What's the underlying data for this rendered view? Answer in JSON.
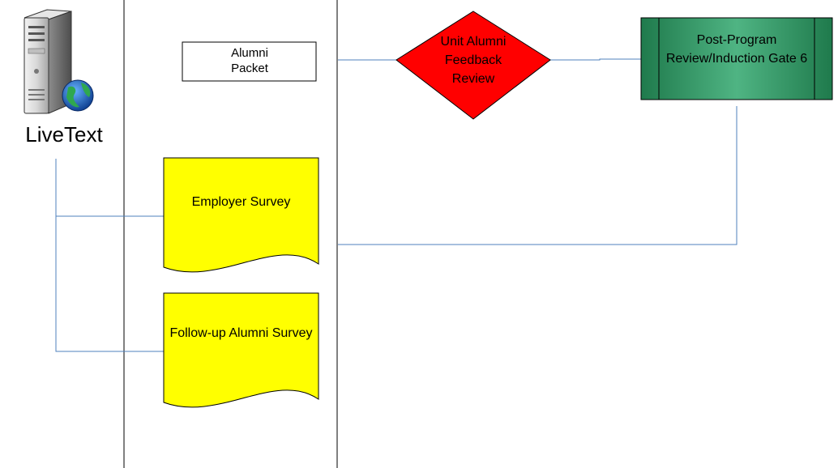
{
  "server": {
    "label": "LiveText",
    "icon": "server-globe-icon"
  },
  "alumni_packet": {
    "label": "Alumni Packet"
  },
  "employer_survey": {
    "label": "Employer Survey"
  },
  "alumni_survey": {
    "label": "Follow-up Alumni Survey"
  },
  "decision": {
    "label": "Unit Alumni Feedback Review"
  },
  "process": {
    "label": "Post-Program Review/Induction Gate 6"
  },
  "colors": {
    "connector": "#4f81bd",
    "document": "#ffff00",
    "decision": "#ff0000",
    "process": "#2e8b57"
  }
}
